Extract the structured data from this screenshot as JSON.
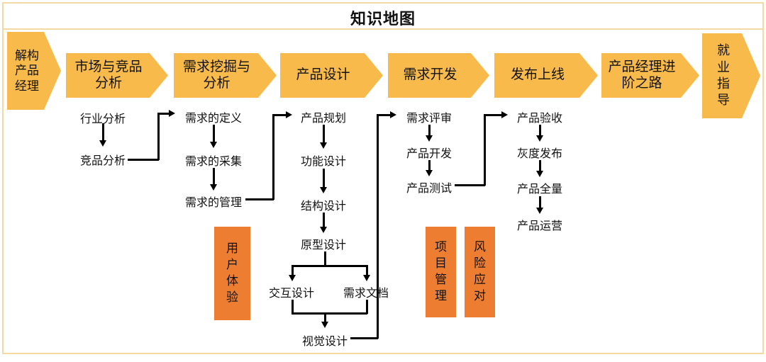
{
  "title": "知识地图",
  "colors": {
    "stage_fill": "#F7BA4B",
    "panel_fill": "#ED7D31",
    "frame_border": "#F5D9A4",
    "connector": "#000000",
    "text": "#111111"
  },
  "stages": [
    {
      "label": "解构\n产品\n经理"
    },
    {
      "label": "市场与竞品\n分析"
    },
    {
      "label": "需求挖掘与\n分析"
    },
    {
      "label": "产品设计"
    },
    {
      "label": "需求开发"
    },
    {
      "label": "发布上线"
    },
    {
      "label": "产品经理进\n阶之路"
    },
    {
      "label": "就\n业\n指\n导"
    }
  ],
  "nodes": {
    "industry_analysis": "行业分析",
    "competitor_analysis": "竞品分析",
    "req_definition": "需求的定义",
    "req_collection": "需求的采集",
    "req_management": "需求的管理",
    "product_planning": "产品规划",
    "function_design": "功能设计",
    "structure_design": "结构设计",
    "prototype_design": "原型设计",
    "interaction_design": "交互设计",
    "requirement_doc": "需求文档",
    "visual_design": "视觉设计",
    "req_review": "需求评审",
    "product_development": "产品开发",
    "product_testing": "产品测试",
    "product_acceptance": "产品验收",
    "gray_release": "灰度发布",
    "full_release": "产品全量",
    "product_operation": "产品运营"
  },
  "panels": [
    {
      "label": "用\n户\n体\n验"
    },
    {
      "label": "项\n目\n管\n理"
    },
    {
      "label": "风\n险\n应\n对"
    }
  ]
}
